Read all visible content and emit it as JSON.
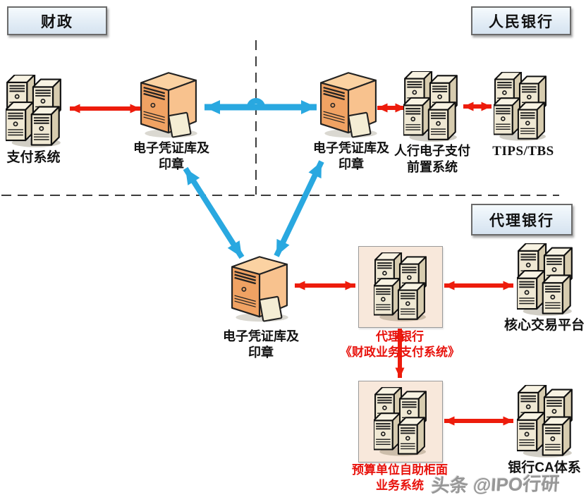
{
  "zones": {
    "finance": "财政",
    "pboc": "人民银行",
    "agent_bank": "代理银行"
  },
  "nodes": {
    "payment_system": {
      "label": "支付系统"
    },
    "evoucher_finance": {
      "label": "电子凭证库及\n印章"
    },
    "evoucher_pboc": {
      "label": "电子凭证库及\n印章"
    },
    "pboc_frontend": {
      "label": "人行电子支付\n前置系统"
    },
    "tips_tbs": {
      "label": "TIPS/TBS"
    },
    "evoucher_agent": {
      "label": "电子凭证库及\n印章"
    },
    "agent_payment": {
      "label": "代理银行\n《财政业务支付系统》"
    },
    "core_platform": {
      "label": "核心交易平台"
    },
    "budget_unit": {
      "label": "预算单位自助柜面\n业务系统"
    },
    "bank_ca": {
      "label": "银行CA体系"
    }
  },
  "watermark": "头条 @IPO行研",
  "colors": {
    "red_arrow": "#ed1c0c",
    "blue_arrow": "#29a8e0",
    "red_label_text": "#e8120c",
    "zone_box_fill": "#e3edf6",
    "zone_box_border": "#6a6a6a",
    "pink_box_fill": "#f8e8db",
    "dashed_divider": "#3c3c3c",
    "server_beige": "#efe8d3",
    "server_orange": "#f4a76c"
  }
}
